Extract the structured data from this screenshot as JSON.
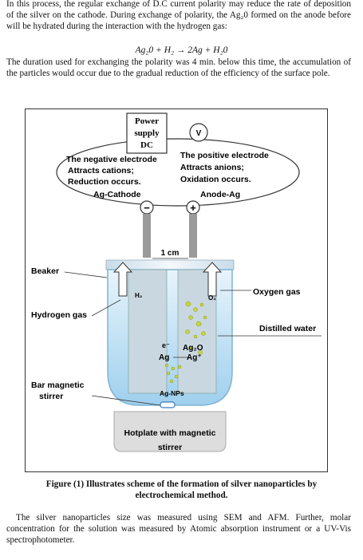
{
  "intro": {
    "line1": "In this process, the regular exchange of D.C current polarity may reduce the rate of deposition of the silver on the cathode. During exchange of polarity, the Ag₂0 formed on the anode before will be hydrated during the interaction with the hydrogen gas:"
  },
  "equation": "Ag₂0 + H₂ → 2Ag + H₂0",
  "duration_paragraph": "The duration used for exchanging the polarity was 4 min. below this time, the accumulation of the particles would occur due to the gradual reduction of the efficiency of the surface pole.",
  "figure": {
    "power_supply_line1": "Power",
    "power_supply_line2": "supply",
    "power_supply_line3": "DC",
    "voltmeter": "V",
    "negative_title": "The negative electrode",
    "negative_line2": "Attracts cations;",
    "negative_line3": "Reduction occurs.",
    "negative_line4": "Ag-Cathode",
    "positive_title": "The positive electrode",
    "positive_line2": "Attracts anions;",
    "positive_line3": "Oxidation occurs.",
    "positive_line4": "Anode-Ag",
    "minus_sign": "−",
    "plus_sign": "+",
    "gap_label": "1 cm",
    "beaker": "Beaker",
    "hydrogen_gas": "Hydrogen gas",
    "bar_magnetic_line1": "Bar magnetic",
    "bar_magnetic_line2": "stirrer",
    "oxygen_gas": "Oxygen gas",
    "distilled_water": "Distilled water",
    "h2": "H₂",
    "o2": "O₂",
    "electron": "e⁻",
    "ag": "Ag",
    "ag2o": "Ag₂O",
    "ag_plus": "Ag⁺",
    "ag_nps": "Ag-NPs",
    "hotplate_line1": "Hotplate with magnetic",
    "hotplate_line2": "stirrer"
  },
  "caption": "Figure (1) Illustrates scheme of the formation of silver nanoparticles by electrochemical method.",
  "closing_paragraph": "The silver nanoparticles size was measured using SEM and AFM. Further, molar concentration for the solution was measured by Atomic absorption instrument or a UV-Vis spectrophotometer.",
  "colors": {
    "water": "#cfe8f6",
    "water_dark": "#8fc6e6",
    "beaker_rim": "#dfeaf2",
    "electrode": "#9a9a9a",
    "particle": "#c6d63a",
    "hotplate": "#dddddd",
    "stirrer_bar": "#3a78c2"
  }
}
